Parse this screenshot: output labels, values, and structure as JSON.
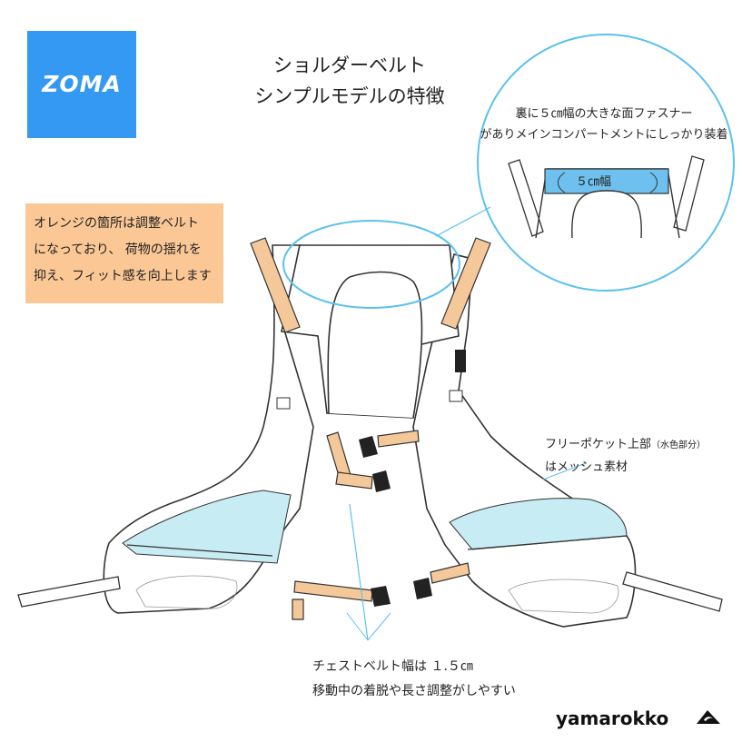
{
  "logo": {
    "text": "ZOMA"
  },
  "title": {
    "line1": "ショルダーベルト",
    "line2": "シンプルモデルの特徴"
  },
  "note": {
    "line1": "オレンジの箇所は調整ベルト",
    "line2": "になっており、 荷物の揺れを",
    "line3": "抑え、フィット感を向上します"
  },
  "callout": {
    "line1": "裏に５㎝幅の大きな面ファスナー",
    "line2": "がありメインコンパートメントにしっかり装着",
    "width_label": "５㎝幅"
  },
  "mesh_label": {
    "line1_main": "フリーポケット上部",
    "line1_small": "（水色部分）",
    "line2": "はメッシュ素材"
  },
  "chest_label": {
    "line1": "チェストベルト幅は １.５㎝",
    "line2": "移動中の着脱や長さ調整がしやすい"
  },
  "brand": {
    "text": "yamarokko"
  },
  "colors": {
    "logo_blue": "#3399f3",
    "note_orange": "#fbc895",
    "strap_orange": "#f5c89a",
    "mesh_blue": "#c7ecf4",
    "accent_blue": "#5cc1ee",
    "velcro_blue": "#6ec1ee"
  }
}
